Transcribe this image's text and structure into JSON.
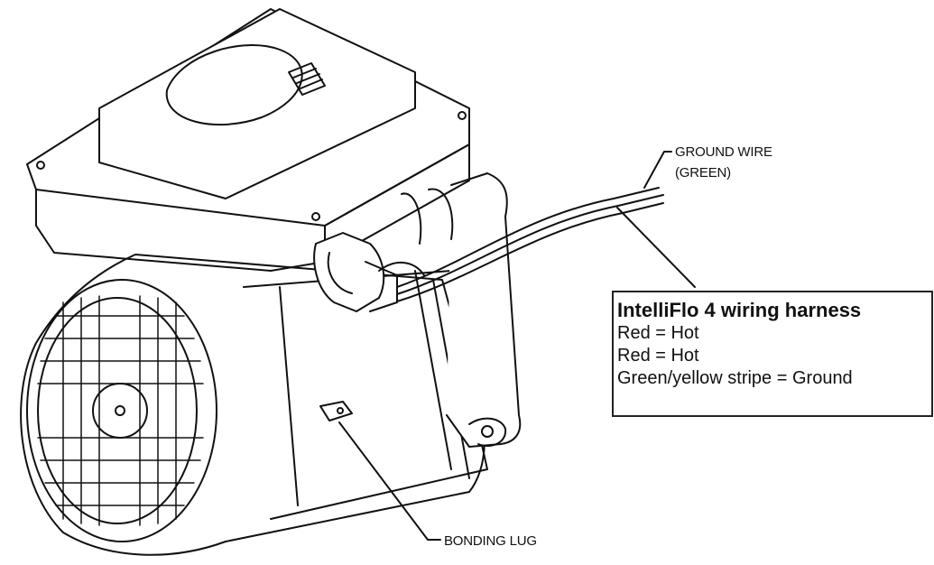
{
  "callouts": {
    "ground_wire_line1": "GROUND WIRE",
    "ground_wire_line2": "(GREEN)",
    "bonding_lug": "BONDING LUG"
  },
  "legend": {
    "title": "IntelliFlo 4 wiring harness",
    "lines": [
      "Red = Hot",
      "Red = Hot",
      "Green/yellow stripe = Ground"
    ]
  }
}
